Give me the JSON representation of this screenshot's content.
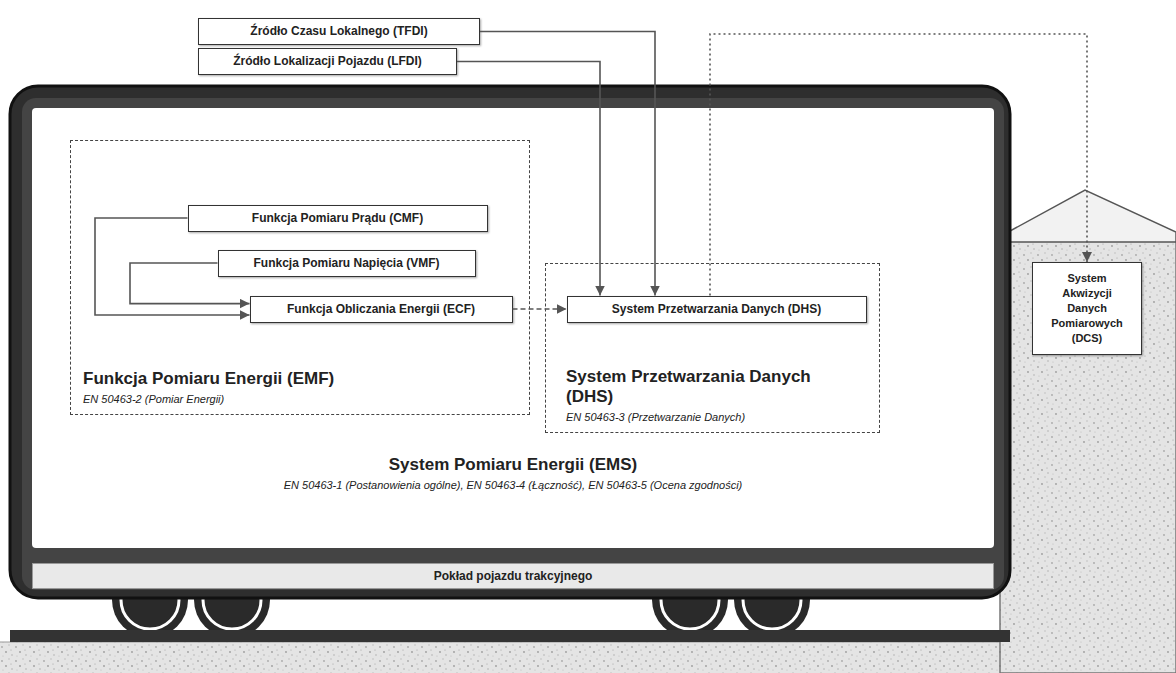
{
  "diagram": {
    "nodes": [
      {
        "text": [
          "Źródło Czasu Lokalnego (TFDI)"
        ]
      },
      {
        "text": [
          "Źródło Lokalizacji Pojazdu (LFDI)"
        ]
      },
      {
        "text": [
          "System Pomiaru Energii (EMS)",
          "EN 50463-1 (Postanowienia ogólne), EN 50463-4 (Łączność), EN 50463-5 (Ocena zgodności)"
        ]
      },
      {
        "text": [
          "Funkcja Pomiaru Energii (EMF)",
          "EN 50463-2 (Pomiar Energii)"
        ],
        "in": 2
      },
      {
        "text": [
          "Funkcja Pomiaru Prądu (CMF)"
        ],
        "in": 3
      },
      {
        "text": [
          "Funkcja Pomiaru Napięcia (VMF)"
        ],
        "in": 3
      },
      {
        "text": [
          "Funkcja Obliczania Energii (ECF)"
        ],
        "in": 3
      },
      {
        "text": [
          "System Przetwarzania Danych (DHS)",
          "EN 50463-3 (Przetwarzanie Danych)"
        ],
        "in": 2
      },
      {
        "text": [
          "System Przetwarzania Danych (DHS)"
        ],
        "in": 7
      },
      {
        "text": [
          "Pokład pojazdu trakcyjnego"
        ]
      },
      {
        "text": [
          "System Akwizycji Danych Pomiarowych (DCS)"
        ]
      }
    ],
    "edges": [
      {
        "from": 4,
        "to": 6,
        "arrow": "to"
      },
      {
        "from": 5,
        "to": 6,
        "arrow": "to"
      },
      {
        "from": 6,
        "to": 8,
        "arrow": "to"
      },
      {
        "from": 1,
        "to": 8,
        "arrow": "to"
      },
      {
        "from": 0,
        "to": 8,
        "arrow": "to"
      },
      {
        "from": 8,
        "to": 10,
        "arrow": "to"
      }
    ]
  }
}
